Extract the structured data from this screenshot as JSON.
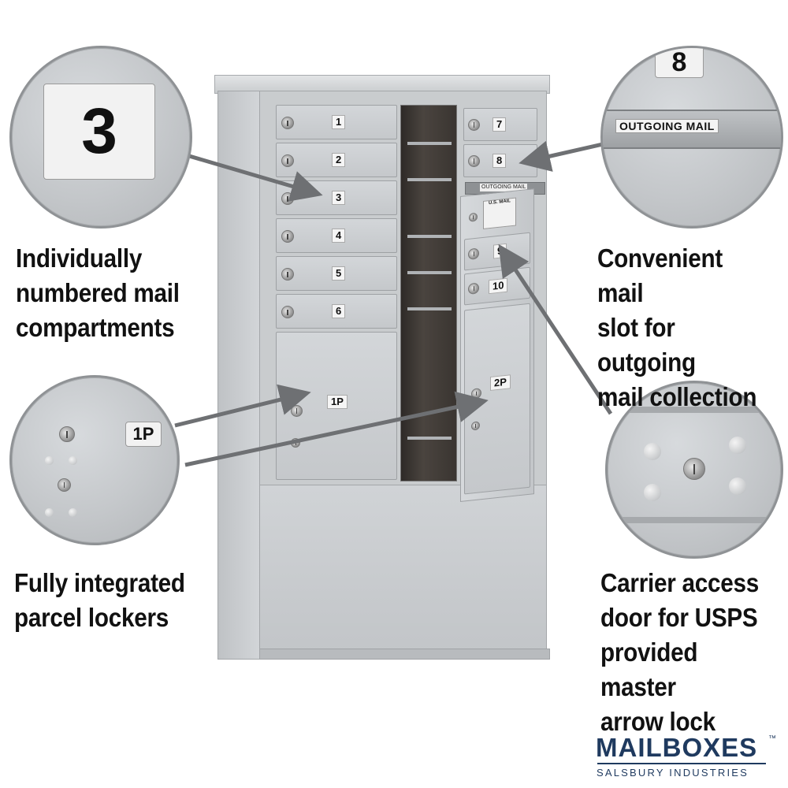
{
  "callouts": {
    "top_left": {
      "caption": "Individually\nnumbered mail\ncompartments",
      "number": "3"
    },
    "top_right": {
      "caption": "Convenient mail\nslot for outgoing\nmail collection",
      "number": "8",
      "slot_label": "OUTGOING MAIL"
    },
    "bottom_left": {
      "caption": "Fully integrated\nparcel lockers",
      "number": "1P"
    },
    "bottom_right": {
      "caption": "Carrier access\ndoor for USPS\nprovided master\narrow lock"
    }
  },
  "mailbox": {
    "left_doors": [
      "1",
      "2",
      "3",
      "4",
      "5",
      "6"
    ],
    "right_doors": [
      "7",
      "8"
    ],
    "right_lower_doors": [
      "9",
      "10"
    ],
    "parcel_left": "1P",
    "parcel_right": "2P",
    "usps_label": "U.S. MAIL",
    "slot_label": "OUTGOING MAIL"
  },
  "brand": {
    "name": "MAILBOXES",
    "trademark": "™",
    "subtitle": "SALSBURY INDUSTRIES"
  },
  "colors": {
    "metal": "#c8cbce",
    "arrow": "#6e7073",
    "brand": "#1f3a5f"
  }
}
